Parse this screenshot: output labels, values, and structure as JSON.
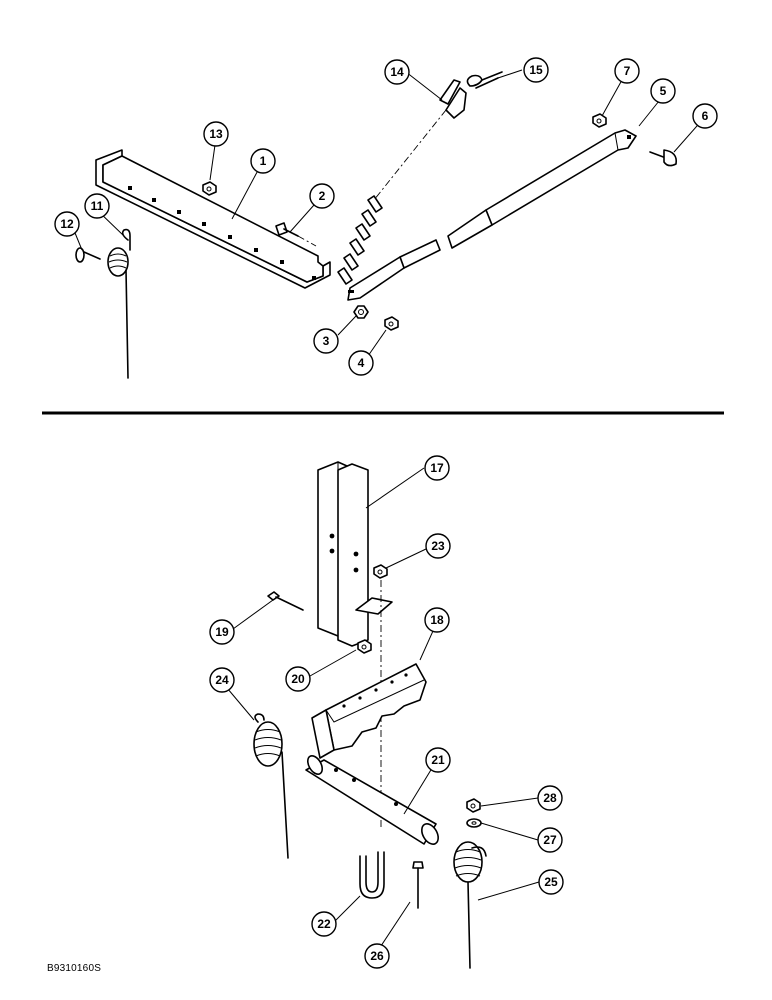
{
  "figure_code": "B9310160S",
  "callouts": [
    {
      "id": "c1",
      "label": "1"
    },
    {
      "id": "c2",
      "label": "2"
    },
    {
      "id": "c3",
      "label": "3"
    },
    {
      "id": "c4",
      "label": "4"
    },
    {
      "id": "c5",
      "label": "5"
    },
    {
      "id": "c6",
      "label": "6"
    },
    {
      "id": "c7",
      "label": "7"
    },
    {
      "id": "c11",
      "label": "11"
    },
    {
      "id": "c12",
      "label": "12"
    },
    {
      "id": "c13",
      "label": "13"
    },
    {
      "id": "c14",
      "label": "14"
    },
    {
      "id": "c15",
      "label": "15"
    },
    {
      "id": "c17",
      "label": "17"
    },
    {
      "id": "c18",
      "label": "18"
    },
    {
      "id": "c19",
      "label": "19"
    },
    {
      "id": "c20",
      "label": "20"
    },
    {
      "id": "c21",
      "label": "21"
    },
    {
      "id": "c22",
      "label": "22"
    },
    {
      "id": "c23",
      "label": "23"
    },
    {
      "id": "c24",
      "label": "24"
    },
    {
      "id": "c25",
      "label": "25"
    },
    {
      "id": "c26",
      "label": "26"
    },
    {
      "id": "c27",
      "label": "27"
    },
    {
      "id": "c28",
      "label": "28"
    }
  ]
}
